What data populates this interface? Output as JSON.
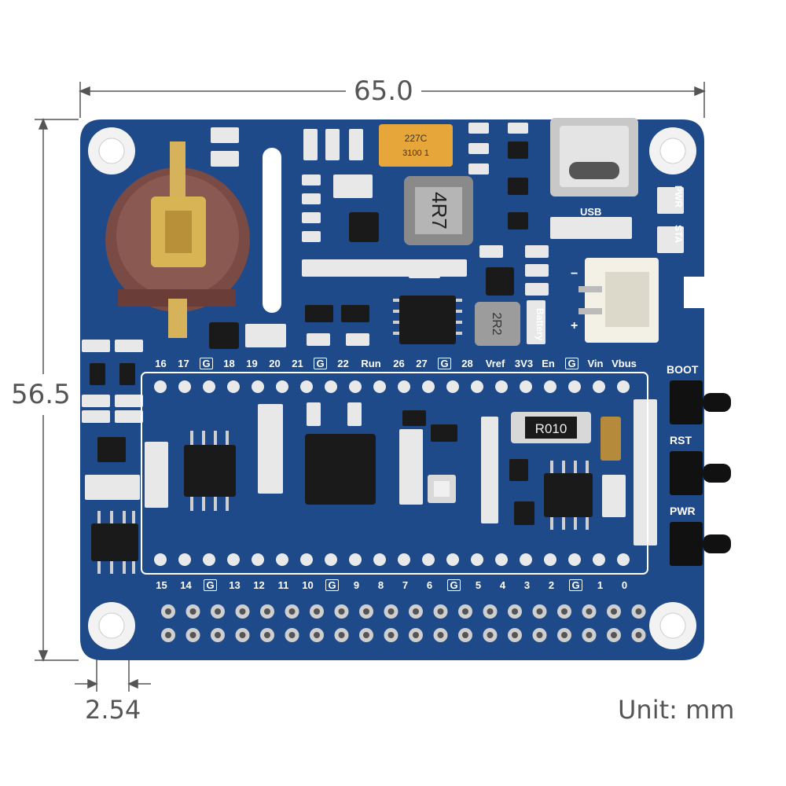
{
  "dimensions": {
    "width_label": "65.0",
    "height_label": "56.5",
    "pitch_label": "2.54",
    "unit_label": "Unit: mm"
  },
  "board": {
    "pcb_color": "#1e4a8a",
    "silk_color": "#ffffff",
    "top_pin_labels": [
      "16",
      "17",
      "G",
      "18",
      "19",
      "20",
      "21",
      "G",
      "22",
      "Run",
      "26",
      "27",
      "G",
      "28",
      "Vref",
      "3V3",
      "En",
      "G",
      "Vin",
      "Vbus"
    ],
    "bottom_pin_labels": [
      "15",
      "14",
      "G",
      "13",
      "12",
      "11",
      "10",
      "G",
      "9",
      "8",
      "7",
      "6",
      "G",
      "5",
      "4",
      "3",
      "2",
      "G",
      "1",
      "0"
    ],
    "buttons": [
      {
        "label": "BOOT"
      },
      {
        "label": "RST"
      },
      {
        "label": "PWR"
      }
    ],
    "usb_label": "USB",
    "battery_label": "Battery",
    "led_labels": [
      "PWR",
      "STA"
    ],
    "polarity": {
      "minus": "−",
      "plus": "+"
    },
    "component_markings": {
      "tantalum_cap": "227C",
      "tantalum_code": "3100 1",
      "inductor_main": "4R7",
      "inductor_small": "2R2",
      "shunt_resistor": "R010"
    }
  }
}
